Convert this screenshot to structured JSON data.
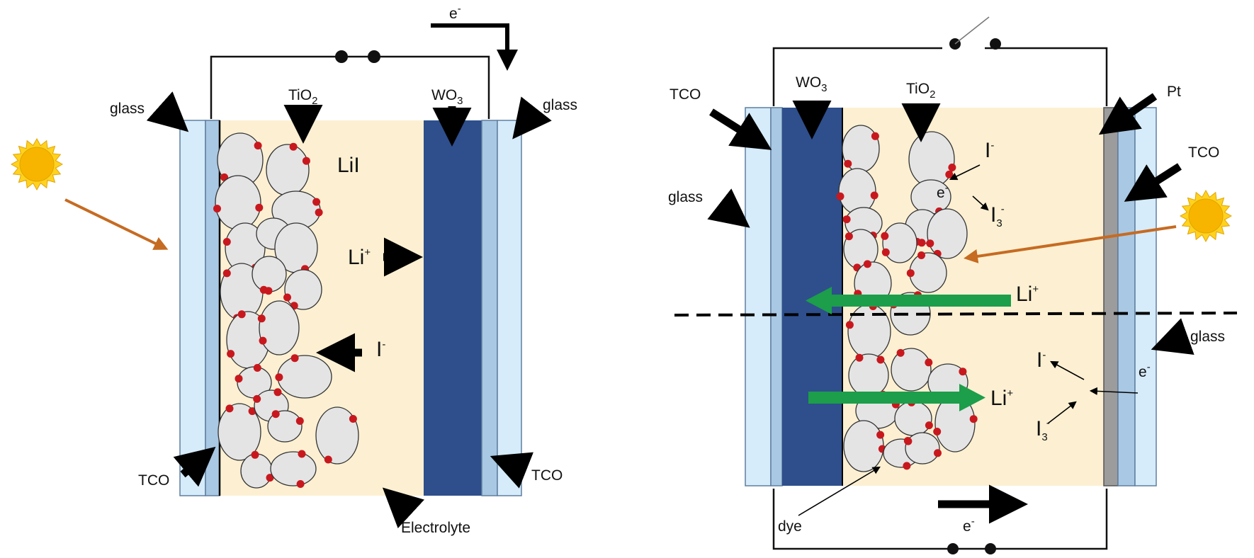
{
  "colors": {
    "glass": "#d6ecfb",
    "tco": "#a9c8e3",
    "electrolyte": "#fdf0d2",
    "wo3": "#2e4f8c",
    "pt": "#9c9c9c",
    "particle_fill": "#e4e4e4",
    "dye": "#c8181e",
    "sun_fill": "#ffd21f",
    "sun_core": "#f7b500",
    "light_ray": "#c66b22",
    "li_arrow": "#1c9e4a",
    "wire": "#111111",
    "pointer": "#000000"
  },
  "icons": {
    "sun_left": "sun-icon",
    "sun_right": "sun-icon",
    "switch_left": "switch-contacts-icon",
    "switch_right_top": "open-switch-icon",
    "switch_right_bottom": "switch-contacts-icon"
  },
  "left_diagram": {
    "labels": {
      "glass_left": "glass",
      "glass_right": "glass",
      "tco_left": "TCO",
      "tco_right": "TCO",
      "tio2_main": "TiO",
      "tio2_sub": "2",
      "wo3_main": "WO",
      "wo3_sub": "3",
      "lii": "LiI",
      "li_main": "Li",
      "li_sup": "+",
      "iodide_main": "I",
      "iodide_sup": "-",
      "electron_main": "e",
      "electron_sup": "-",
      "electrolyte": "Electrolyte"
    }
  },
  "right_diagram": {
    "labels": {
      "tco_left": "TCO",
      "tco_right": "TCO",
      "wo3_main": "WO",
      "wo3_sub": "3",
      "tio2_main": "TiO",
      "tio2_sub": "2",
      "pt": "Pt",
      "glass_left": "glass",
      "glass_right": "glass",
      "iodide_top_main": "I",
      "iodide_top_sup": "-",
      "electron_particle_main": "e",
      "electron_particle_sup": "-",
      "triiodide_top_main": "I",
      "triiodide_top_sub": "3",
      "triiodide_top_sup": "-",
      "li_top_main": "Li",
      "li_top_sup": "+",
      "li_bottom_main": "Li",
      "li_bottom_sup": "+",
      "iodide_bottom_main": "I",
      "iodide_bottom_sup": "-",
      "electron_pt_main": "e",
      "electron_pt_sup": "-",
      "triiodide_bottom_main": "I",
      "triiodide_bottom_sub": "3",
      "triiodide_bottom_sup": "-",
      "dye": "dye",
      "electron_bottom_main": "e",
      "electron_bottom_sup": "-"
    }
  }
}
